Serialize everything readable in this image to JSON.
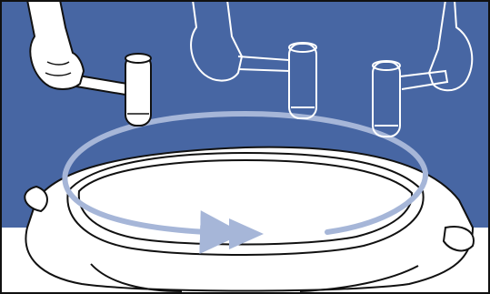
{
  "figure": {
    "subject": "mallet-tapping-seal-ring-around-lid",
    "colors": {
      "background_blue": "#4766a3",
      "floor_white": "#ffffff",
      "outline": "#111111",
      "ghost_outline": "#ffffff",
      "rotation_arrow": "#a6b6d8",
      "mallet_fill": "#ffffff"
    },
    "icons": {
      "hand": "hand-icon",
      "mallet": "mallet-icon",
      "rotation": "rotation-arrow-icon"
    },
    "steps": [
      {
        "id": 1,
        "style": "solid"
      },
      {
        "id": 2,
        "style": "ghost"
      },
      {
        "id": 3,
        "style": "ghost"
      }
    ]
  }
}
